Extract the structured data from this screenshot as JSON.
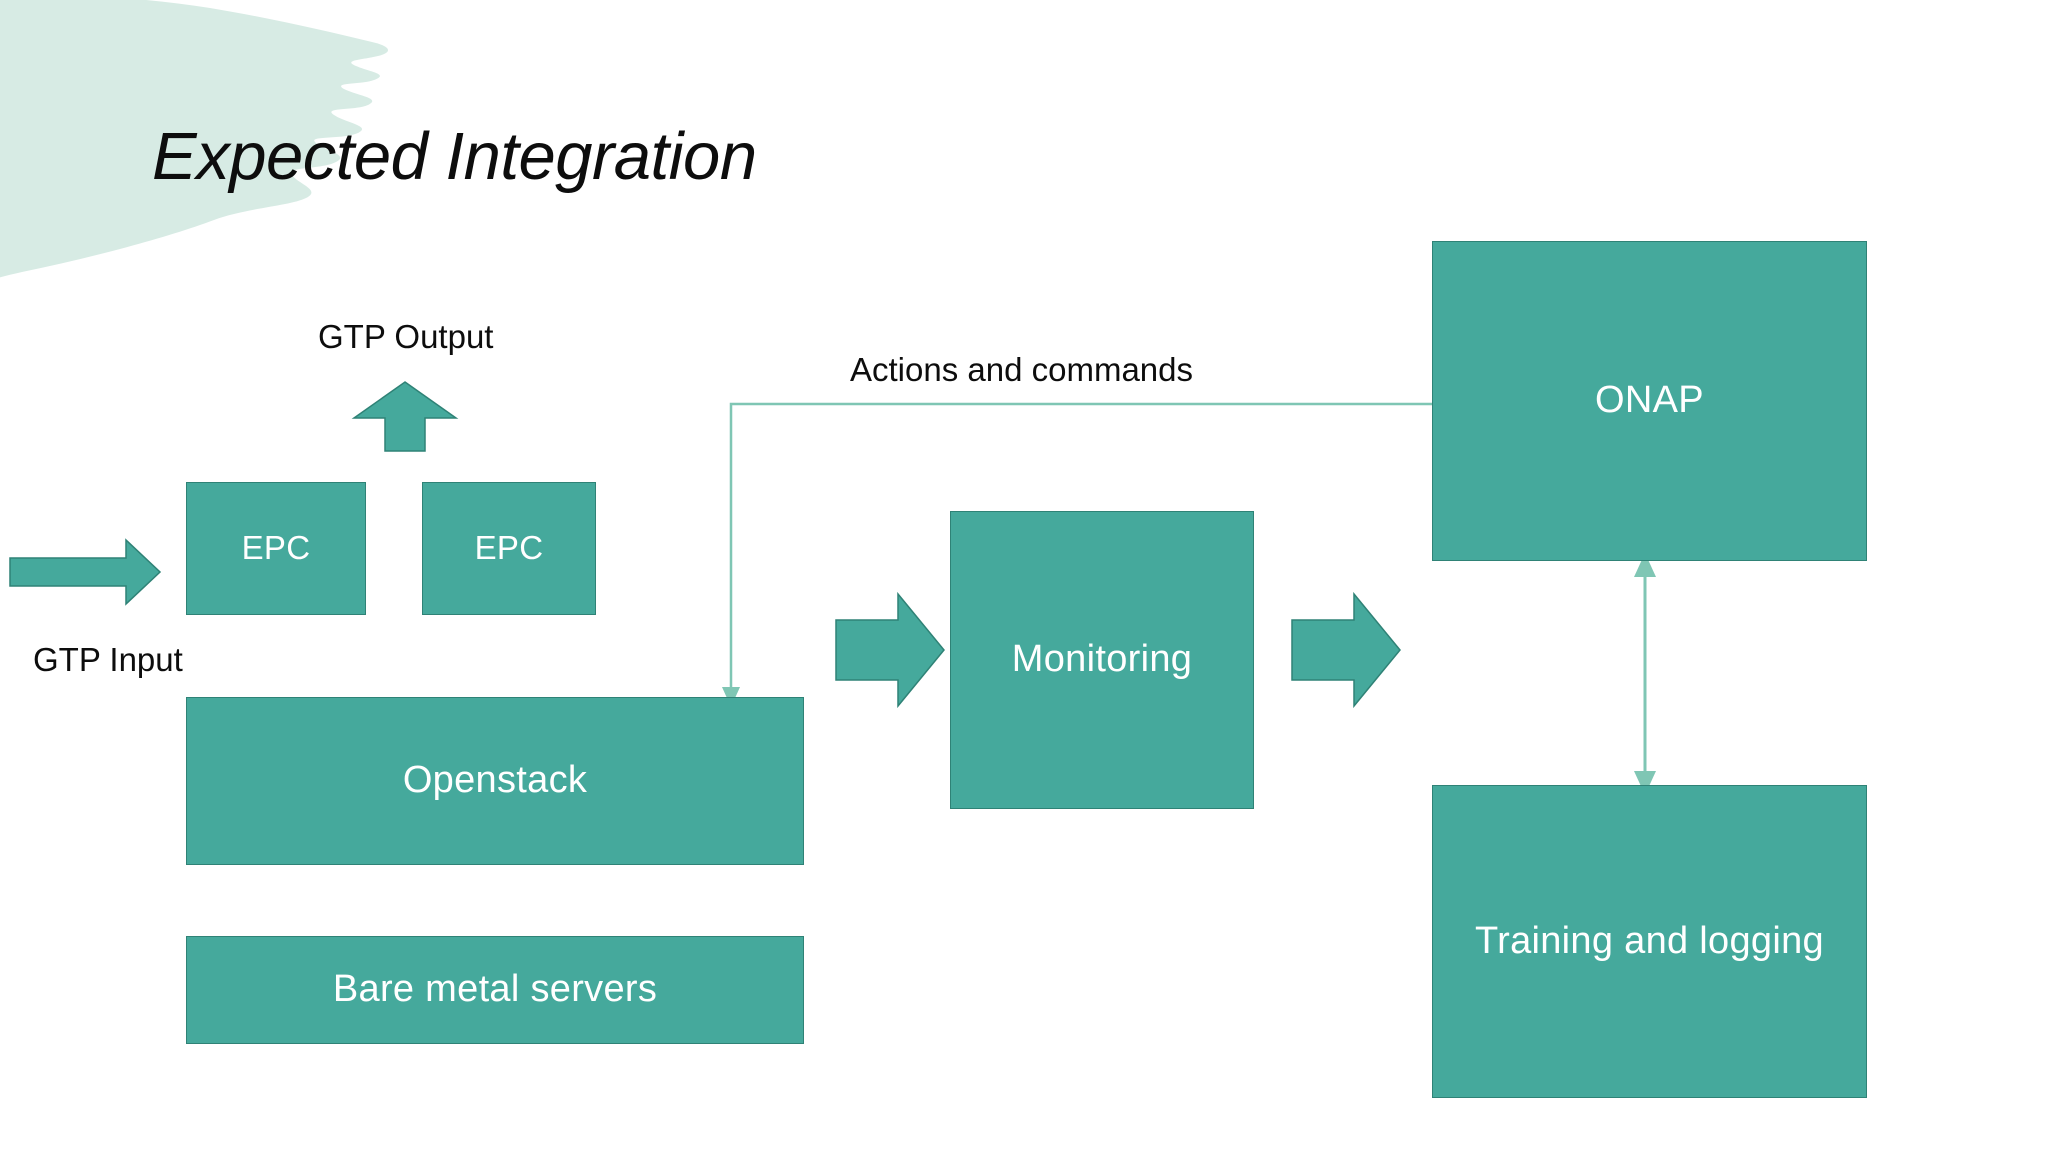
{
  "slide": {
    "title": "Expected Integration",
    "background_color": "#ffffff",
    "accent_color": "#45a99c",
    "accent_border_color": "#2f8276",
    "brush_color": "#d7ebe4",
    "connector_color": "#7fc6b4"
  },
  "labels": {
    "gtp_output": "GTP Output",
    "gtp_input": "GTP Input",
    "actions_and_commands": "Actions and commands"
  },
  "boxes": {
    "epc_left": "EPC",
    "epc_right": "EPC",
    "openstack": "Openstack",
    "bare_metal": "Bare metal servers",
    "monitoring": "Monitoring",
    "onap": "ONAP",
    "training": "Training and logging"
  },
  "arrows": {
    "gtp_input_arrow": "arrow-right-thin",
    "gtp_output_arrow": "arrow-up-block",
    "openstack_to_monitoring": "arrow-right-block",
    "monitoring_to_onap": "arrow-right-block",
    "onap_to_openstack": "elbow-connector-down",
    "onap_training_link": "double-arrow-vertical"
  }
}
